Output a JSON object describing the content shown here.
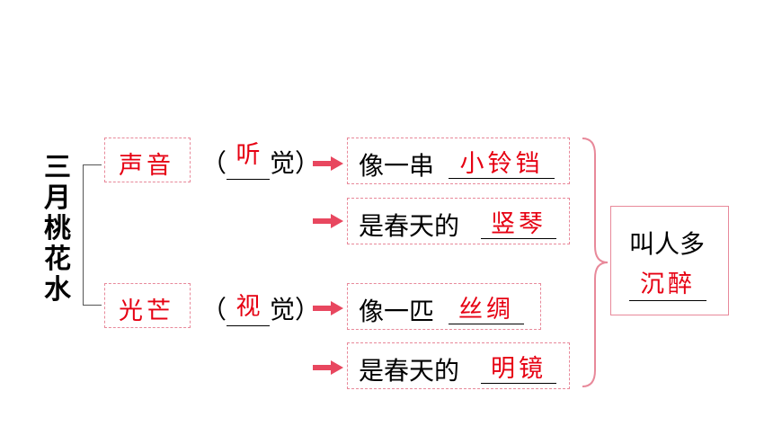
{
  "title_chars": [
    "三",
    "月",
    "桃",
    "花",
    "水"
  ],
  "branches": [
    {
      "category": "声音",
      "sense_prefix": "（",
      "sense_answer": "听",
      "sense_suffix": "觉）",
      "rows": [
        {
          "prefix": "像一串",
          "answer": "小铃铛"
        },
        {
          "prefix": "是春天的",
          "answer": "竖琴"
        }
      ]
    },
    {
      "category": "光芒",
      "sense_prefix": "（",
      "sense_answer": "视",
      "sense_suffix": "觉）",
      "rows": [
        {
          "prefix": "像一匹",
          "answer": "丝绸"
        },
        {
          "prefix": "是春天的",
          "answer": "明镜"
        }
      ]
    }
  ],
  "conclusion": {
    "text": "叫人多",
    "answer": "沉醉"
  },
  "colors": {
    "answer": "#e60012",
    "dash_border": "#e8899a",
    "arrow": "#e8475f",
    "brace": "#e8899a"
  }
}
